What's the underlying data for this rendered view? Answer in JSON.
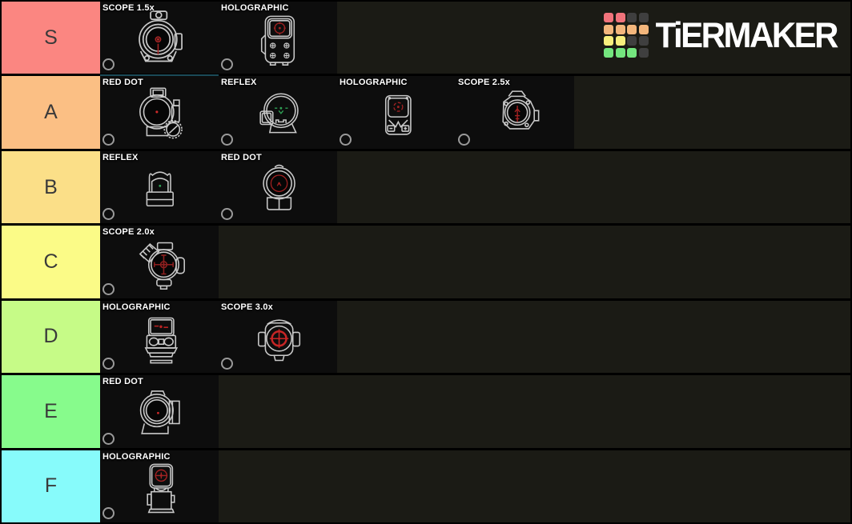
{
  "logo": {
    "text": "TiERMAKER",
    "grid": [
      [
        "#f1737b",
        "#f1737b",
        "#3f3f3f",
        "#3f3f3f"
      ],
      [
        "#f3b67c",
        "#f3b67c",
        "#f3b67c",
        "#f3b67c"
      ],
      [
        "#f7ef7d",
        "#f7ef7d",
        "#3f3f3f",
        "#3f3f3f"
      ],
      [
        "#74e67e",
        "#74e67e",
        "#74e67e",
        "#3f3f3f"
      ]
    ]
  },
  "board": {
    "row_background": "#1b1b15",
    "cell_background": "#0d0d0d",
    "tiers": [
      {
        "label": "S",
        "color": "#fb8681",
        "items": [
          {
            "label": "SCOPE 1.5x",
            "icon": "scope-1-5x",
            "selected": true
          },
          {
            "label": "HOLOGRAPHIC",
            "icon": "holographic-exps",
            "selected": false
          }
        ]
      },
      {
        "label": "A",
        "color": "#fbbf84",
        "items": [
          {
            "label": "RED DOT",
            "icon": "red-dot-dial",
            "selected": false
          },
          {
            "label": "REFLEX",
            "icon": "reflex-ring",
            "selected": false
          },
          {
            "label": "HOLOGRAPHIC",
            "icon": "holographic-compact",
            "selected": false
          },
          {
            "label": "SCOPE 2.5x",
            "icon": "scope-2-5x",
            "selected": false
          }
        ]
      },
      {
        "label": "B",
        "color": "#fbdf88",
        "items": [
          {
            "label": "REFLEX",
            "icon": "reflex-hood",
            "selected": false
          },
          {
            "label": "RED DOT",
            "icon": "red-dot-tube",
            "selected": false
          }
        ]
      },
      {
        "label": "C",
        "color": "#fbfb87",
        "items": [
          {
            "label": "SCOPE 2.0x",
            "icon": "scope-2-0x",
            "selected": false
          }
        ]
      },
      {
        "label": "D",
        "color": "#c6fb87",
        "items": [
          {
            "label": "HOLOGRAPHIC",
            "icon": "holographic-wide",
            "selected": false
          },
          {
            "label": "SCOPE 3.0x",
            "icon": "scope-3-0x",
            "selected": false
          }
        ]
      },
      {
        "label": "E",
        "color": "#87fb8c",
        "items": [
          {
            "label": "RED DOT",
            "icon": "red-dot-compact",
            "selected": false
          }
        ]
      },
      {
        "label": "F",
        "color": "#87fbfb",
        "items": [
          {
            "label": "HOLOGRAPHIC",
            "icon": "holographic-tall",
            "selected": false
          }
        ]
      }
    ]
  }
}
